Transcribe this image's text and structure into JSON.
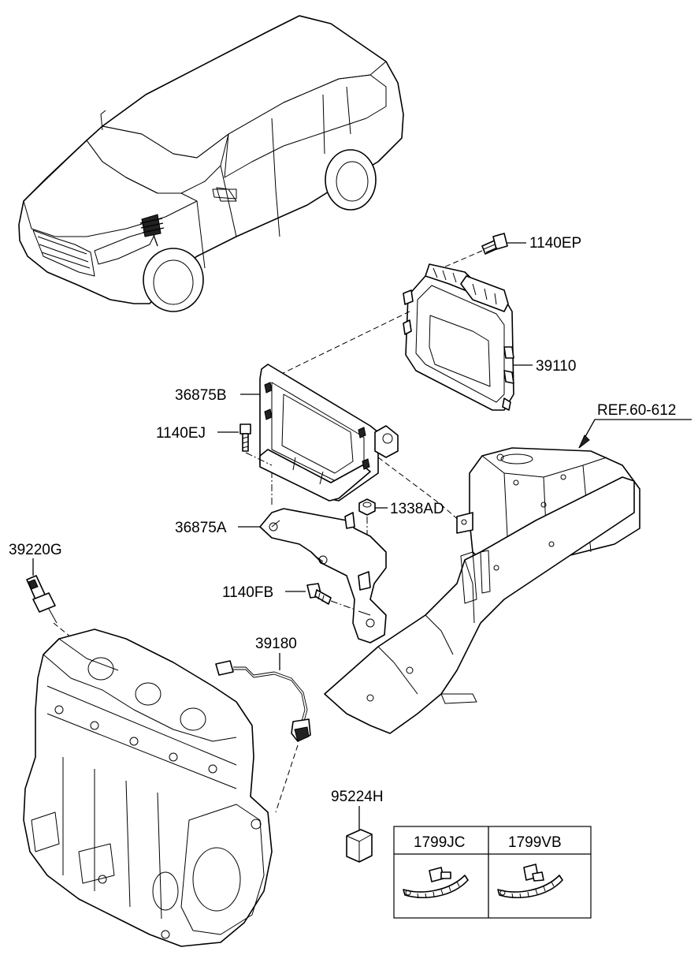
{
  "labels": {
    "p1140EP": "1140EP",
    "p39110": "39110",
    "p36875B": "36875B",
    "pRef": "REF.60-612",
    "p1140EJ": "1140EJ",
    "p1338AD": "1338AD",
    "p36875A": "36875A",
    "p39220G": "39220G",
    "p1140FB": "1140FB",
    "p39180": "39180",
    "p95224H": "95224H"
  },
  "table": {
    "col1": "1799JC",
    "col2": "1799VB"
  },
  "icons": [
    "vehicle-illustration",
    "ecu-module",
    "ecu-bracket",
    "engine-block",
    "fender-apron",
    "relay",
    "cable-tie"
  ]
}
